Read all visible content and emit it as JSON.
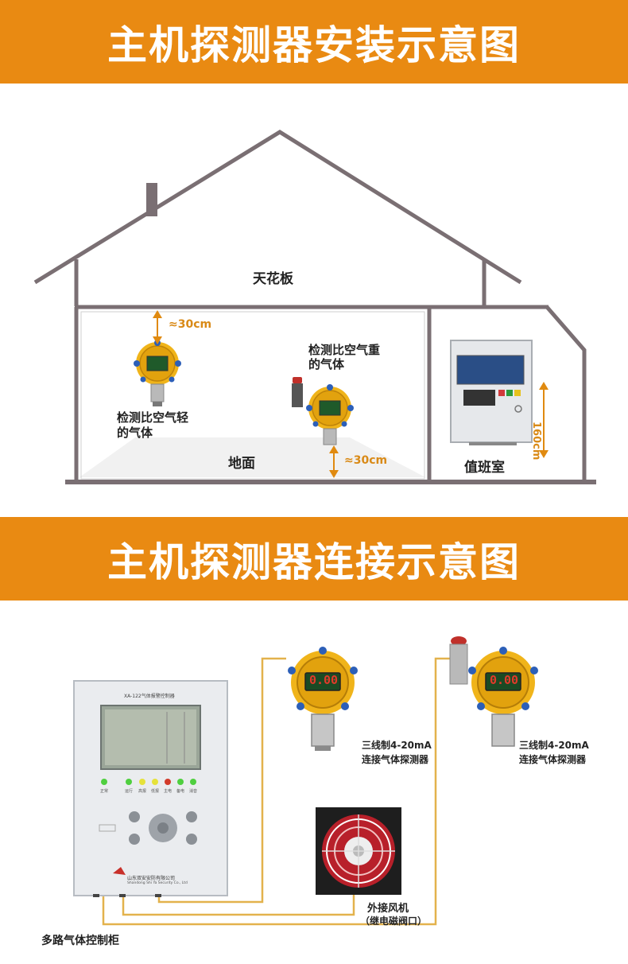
{
  "section1": {
    "title": "主机探测器安装示意图",
    "ceiling_label": "天花板",
    "floor_label": "地面",
    "duty_room_label": "值班室",
    "light_gas_label": [
      "检测比空气轻",
      "的气体"
    ],
    "heavy_gas_label": [
      "检测比空气重",
      "的气体"
    ],
    "dim_ceiling": "≈30cm",
    "dim_floor": "≈30cm",
    "dim_controller": "160cm"
  },
  "section2": {
    "title": "主机探测器连接示意图",
    "controller_label": "多路气体控制柜",
    "controller_panel_title": "XA-122气体报警控制器",
    "controller_company": "山东双安安防有限公司",
    "controller_company_en": "Shandong Shi Ya Security Co., Ltd",
    "indicator_labels": [
      "正常",
      "运行",
      "高报",
      "低报",
      "主电",
      "备电",
      "消音"
    ],
    "detector1_label": [
      "三线制4-20mA",
      "连接气体探测器"
    ],
    "detector2_label": [
      "三线制4-20mA",
      "连接气体探测器"
    ],
    "detector_display": "0.00",
    "fan_label": [
      "外接风机",
      "（继电磁阀口）"
    ]
  },
  "colors": {
    "accent": "#e98a12",
    "wall": "#7a6f73",
    "detector_yellow": "#f0b41a",
    "display_green": "#1f5a2a",
    "wire": "#e3b24c"
  }
}
